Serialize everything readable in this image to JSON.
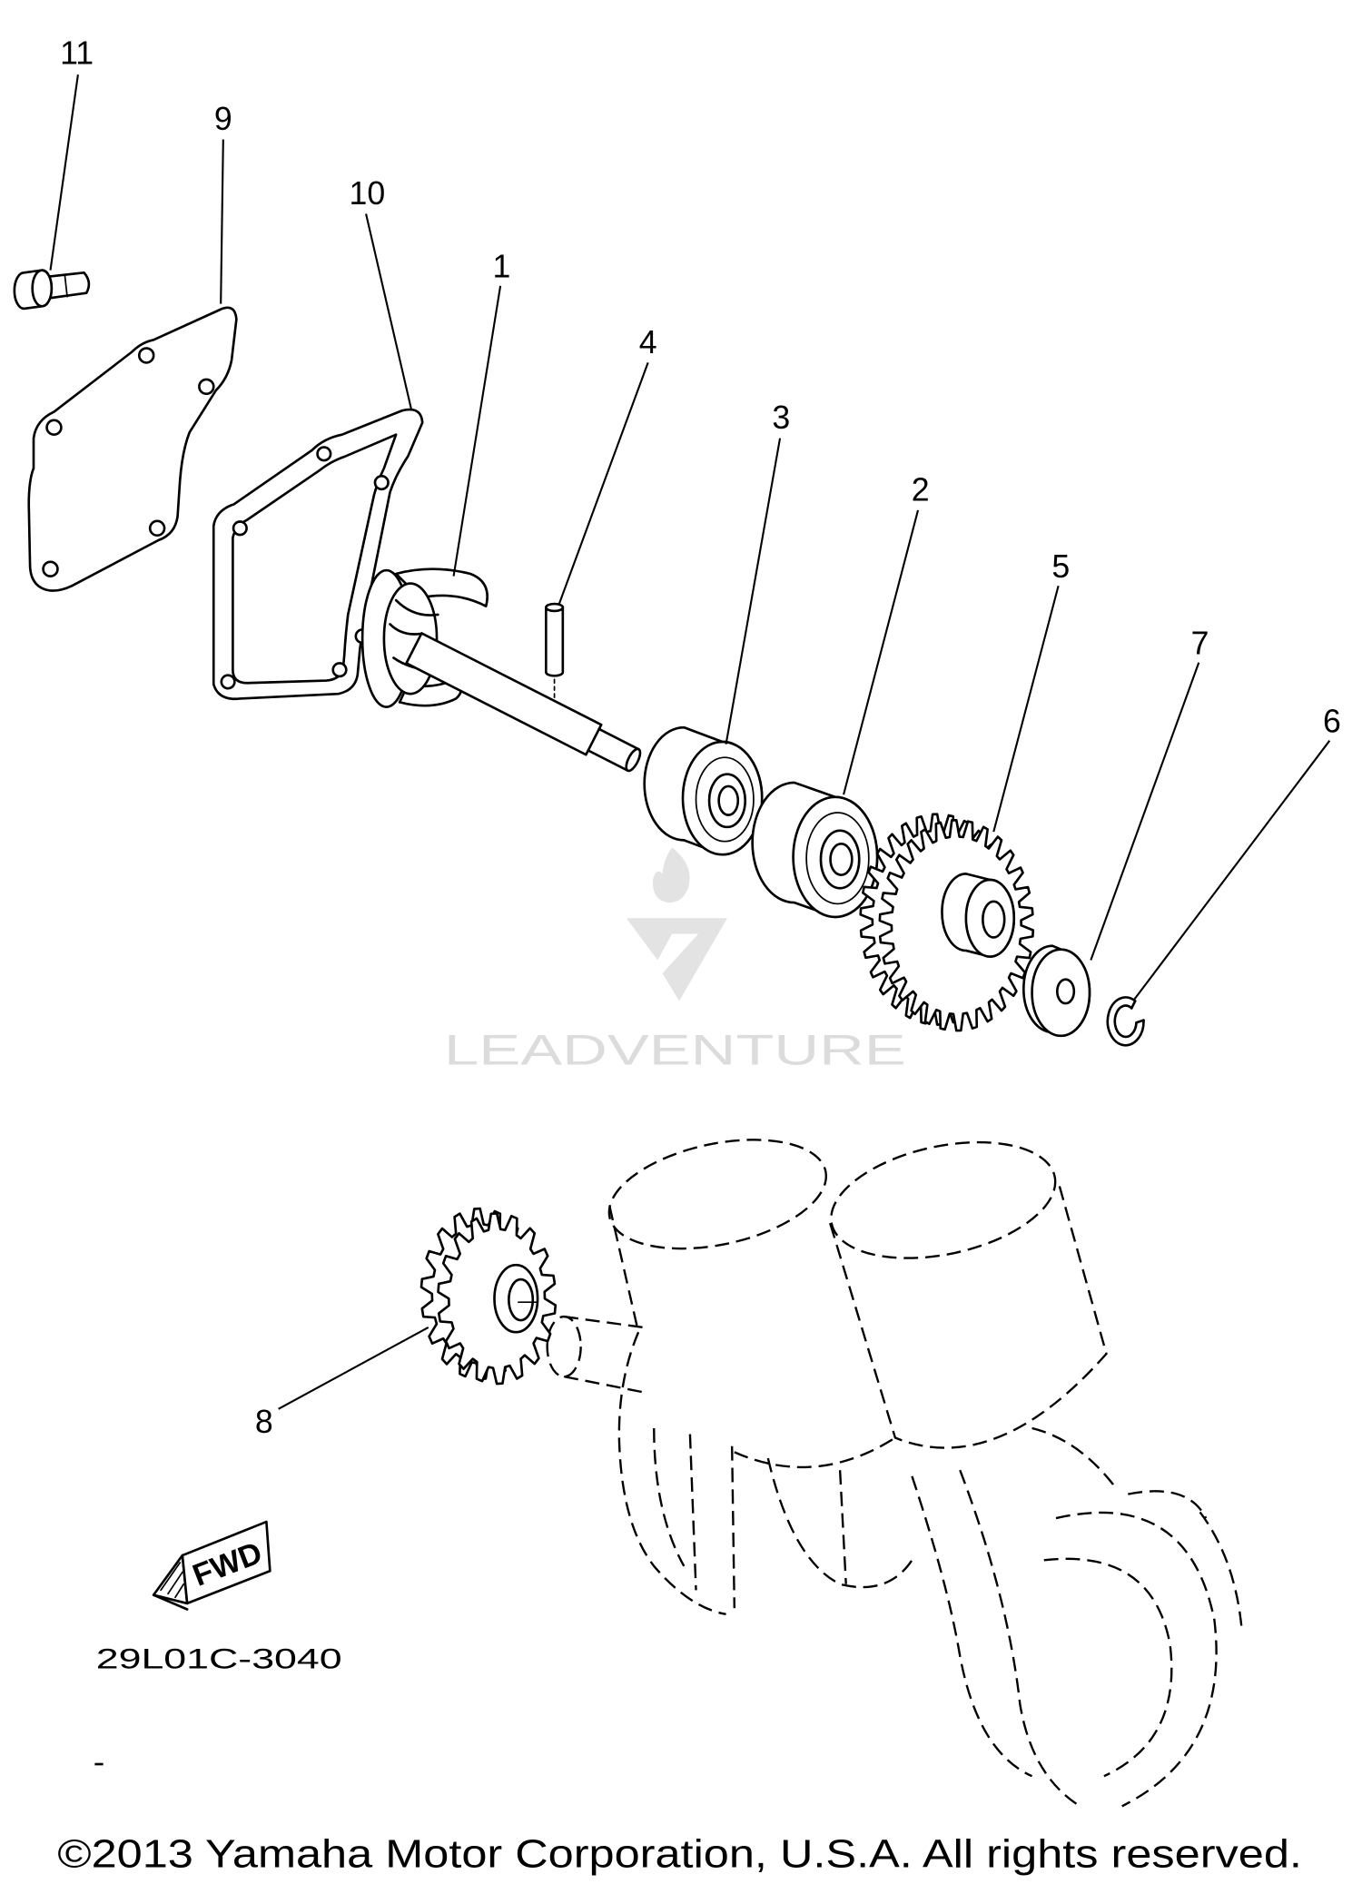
{
  "callouts": [
    "11",
    "9",
    "10",
    "1",
    "4",
    "3",
    "2",
    "5",
    "7",
    "6",
    "8"
  ],
  "fwd_label": "FWD",
  "diagram_code": "29L01C-3040",
  "watermark": "LEADVENTURE",
  "copyright": "©2013 Yamaha Motor Corporation, U.S.A. All rights reserved.",
  "colors": {
    "line": "#000000",
    "watermark": "#dcdcdc",
    "background": "#ffffff"
  }
}
